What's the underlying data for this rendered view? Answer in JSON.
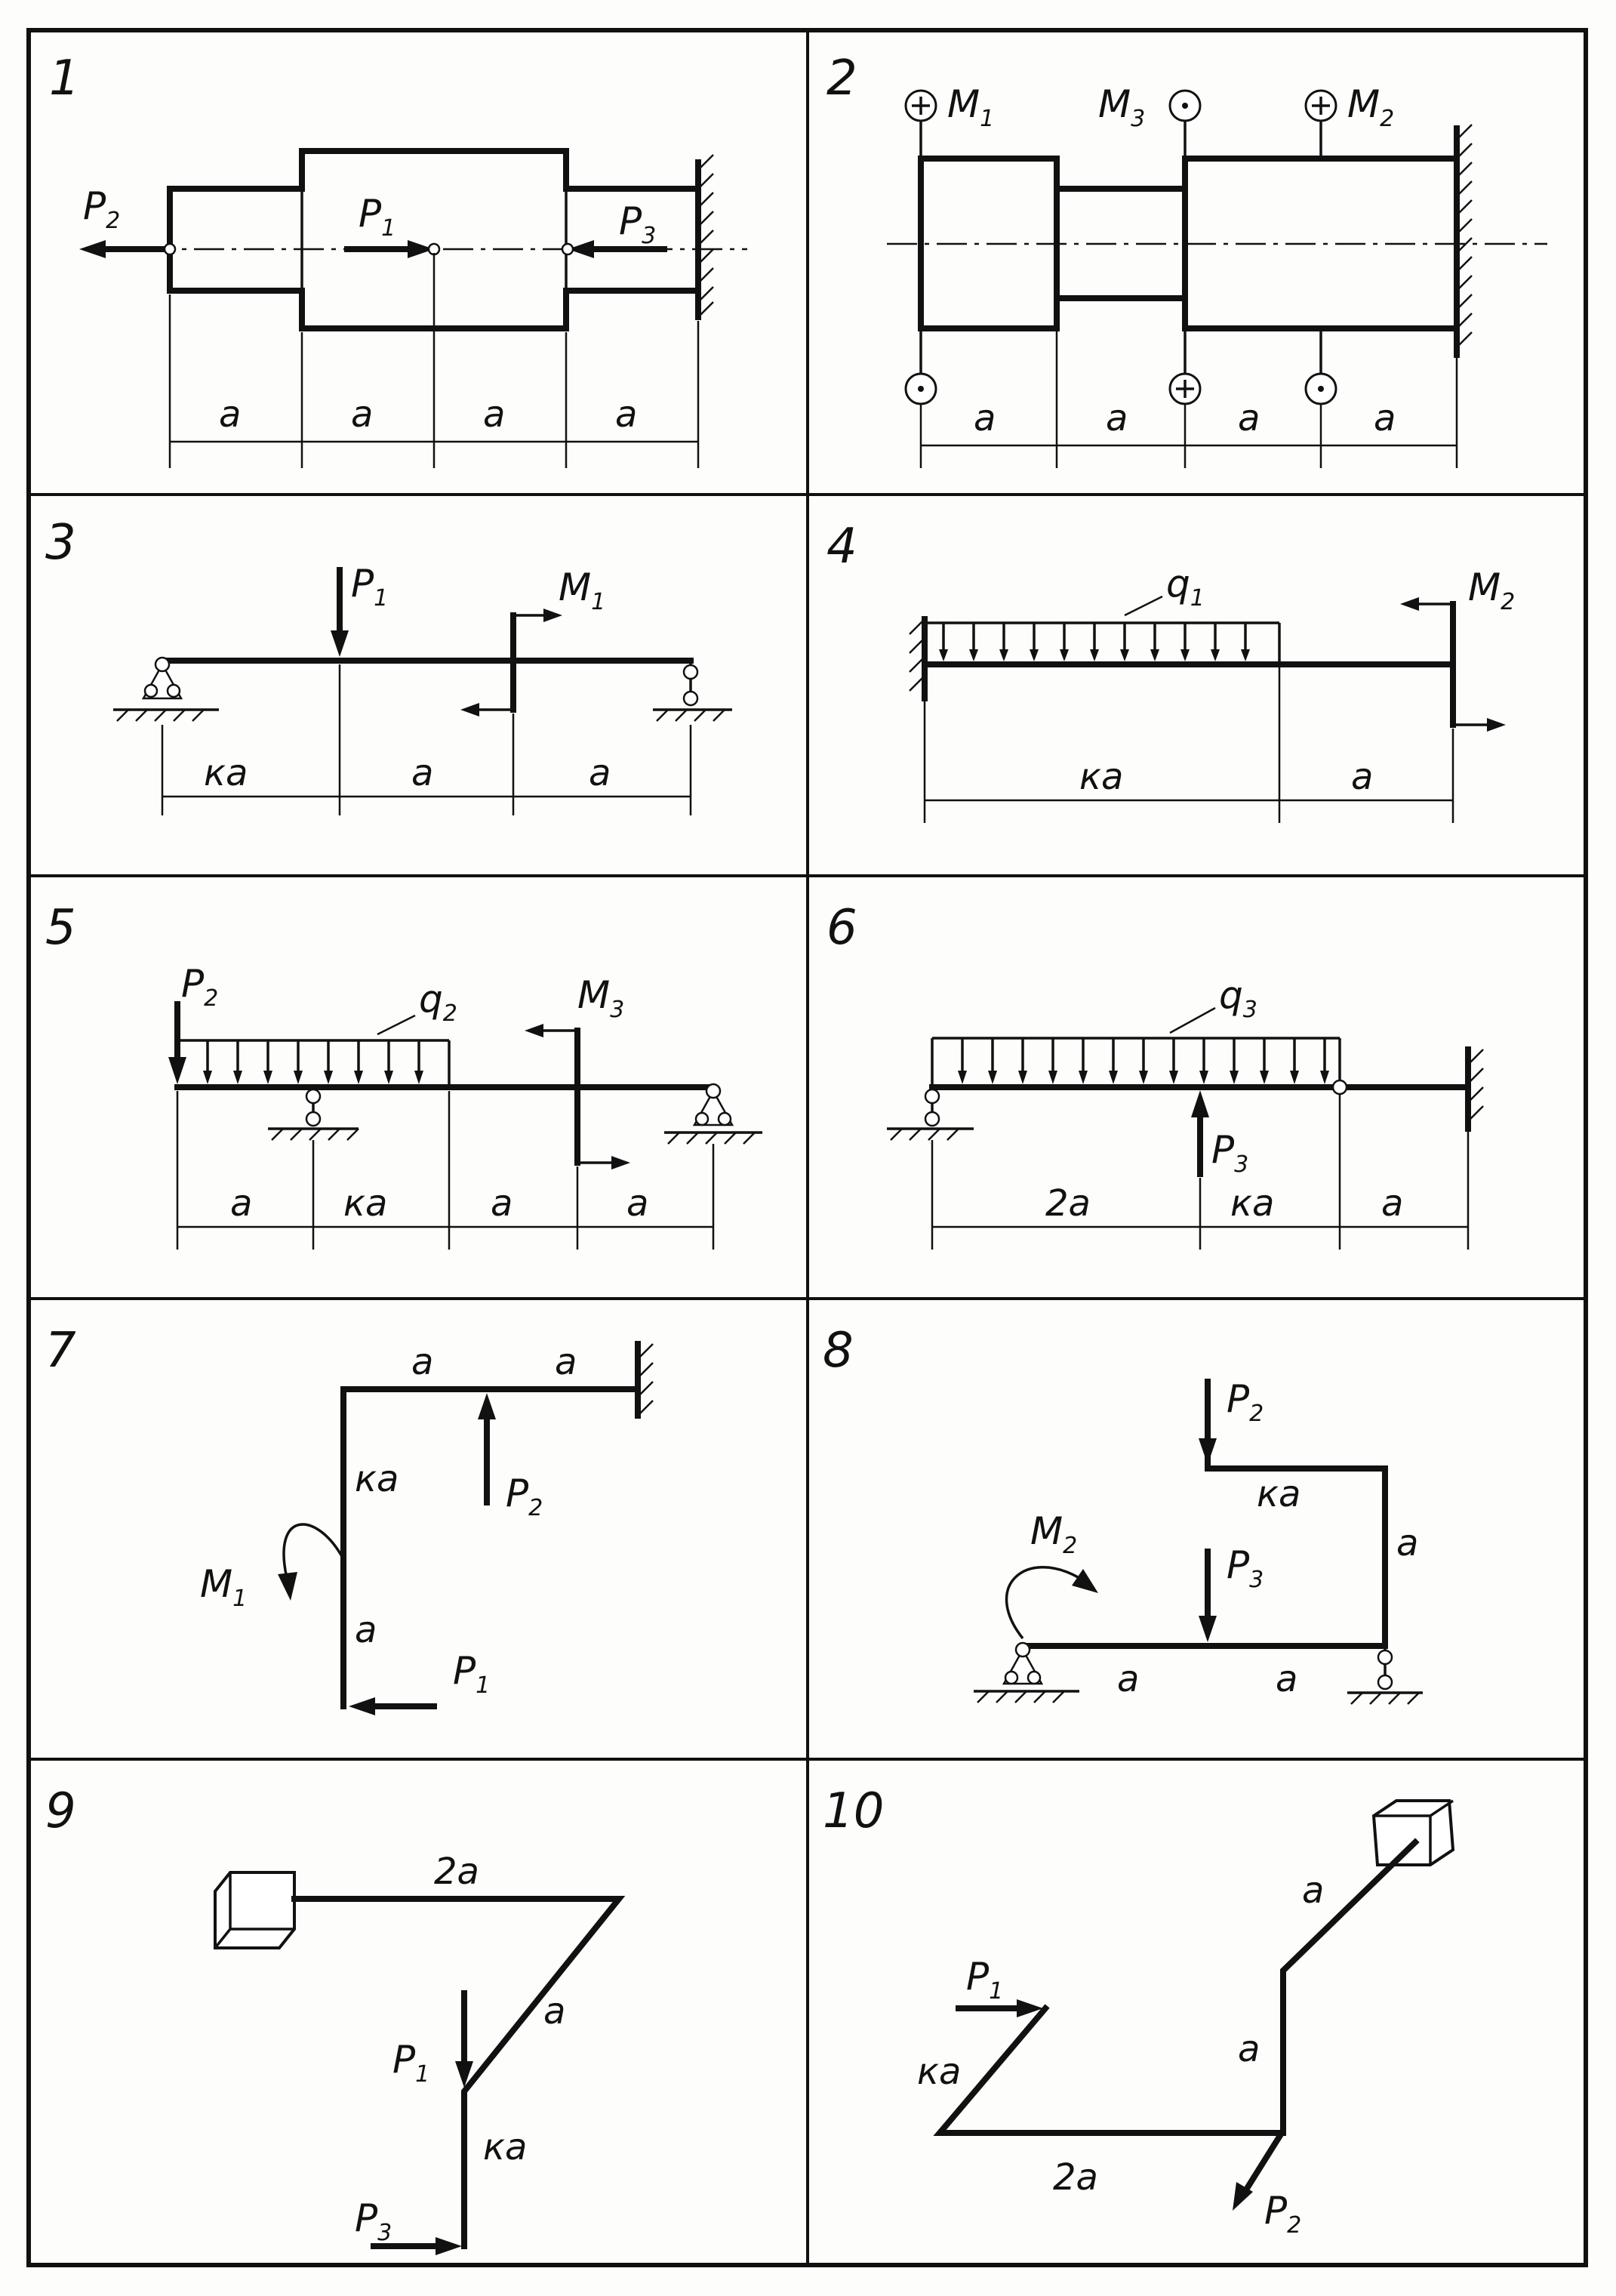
{
  "panels": [
    {
      "number": "1",
      "labels": {
        "p1": "P",
        "p1_sub": "1",
        "p2": "P",
        "p2_sub": "2",
        "p3": "P",
        "p3_sub": "3"
      },
      "dims": [
        "a",
        "a",
        "a",
        "a"
      ]
    },
    {
      "number": "2",
      "labels": {
        "m1": "M",
        "m1_sub": "1",
        "m2": "M",
        "m2_sub": "2",
        "m3": "M",
        "m3_sub": "3"
      },
      "dims": [
        "a",
        "a",
        "a",
        "a"
      ]
    },
    {
      "number": "3",
      "labels": {
        "p1": "P",
        "p1_sub": "1",
        "m1": "M",
        "m1_sub": "1"
      },
      "dims": [
        "ка",
        "a",
        "a"
      ]
    },
    {
      "number": "4",
      "labels": {
        "q1": "q",
        "q1_sub": "1",
        "m2": "M",
        "m2_sub": "2"
      },
      "dims": [
        "ка",
        "a"
      ]
    },
    {
      "number": "5",
      "labels": {
        "p2": "P",
        "p2_sub": "2",
        "q2": "q",
        "q2_sub": "2",
        "m3": "M",
        "m3_sub": "3"
      },
      "dims": [
        "a",
        "ка",
        "a",
        "a"
      ]
    },
    {
      "number": "6",
      "labels": {
        "q3": "q",
        "q3_sub": "3",
        "p3": "P",
        "p3_sub": "3"
      },
      "dims": [
        "2a",
        "ка",
        "a"
      ]
    },
    {
      "number": "7",
      "labels": {
        "p1": "P",
        "p1_sub": "1",
        "p2": "P",
        "p2_sub": "2",
        "m1": "M",
        "m1_sub": "1"
      },
      "dims": [
        "a",
        "a",
        "ка",
        "a"
      ]
    },
    {
      "number": "8",
      "labels": {
        "p2": "P",
        "p2_sub": "2",
        "p3": "P",
        "p3_sub": "3",
        "m2": "M",
        "m2_sub": "2"
      },
      "dims": [
        "ка",
        "a",
        "a",
        "a"
      ]
    },
    {
      "number": "9",
      "labels": {
        "p1": "P",
        "p1_sub": "1",
        "p3": "P",
        "p3_sub": "3"
      },
      "dims": [
        "2a",
        "a",
        "ка"
      ]
    },
    {
      "number": "10",
      "labels": {
        "p1": "P",
        "p1_sub": "1",
        "p2": "P",
        "p2_sub": "2"
      },
      "dims": [
        "a",
        "a",
        "ка",
        "2a"
      ]
    }
  ]
}
